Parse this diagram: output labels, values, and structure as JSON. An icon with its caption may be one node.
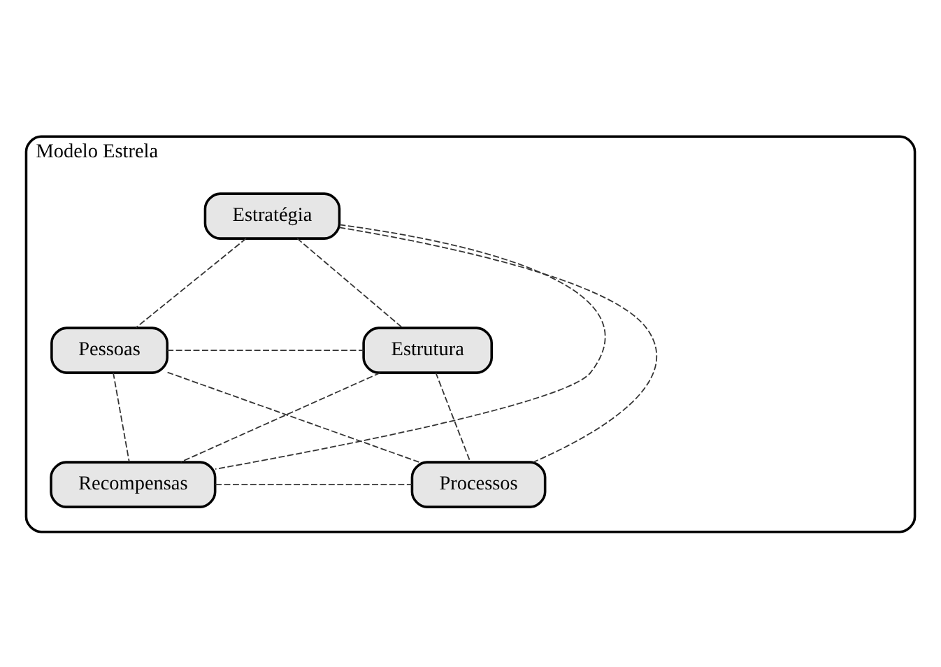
{
  "diagram": {
    "nodes": [
      {
        "text": [
          "Modelo Estrela"
        ]
      },
      {
        "text": [
          "Estratégia"
        ],
        "in": 0
      },
      {
        "text": [
          "Pessoas"
        ],
        "in": 0
      },
      {
        "text": [
          "Estrutura"
        ],
        "in": 0
      },
      {
        "text": [
          "Recompensas"
        ],
        "in": 0
      },
      {
        "text": [
          "Processos"
        ],
        "in": 0
      }
    ],
    "edges": [
      {
        "from": 1,
        "to": 2,
        "arrow": "none",
        "style": "dashed"
      },
      {
        "from": 1,
        "to": 3,
        "arrow": "none",
        "style": "dashed"
      },
      {
        "from": 1,
        "to": 4,
        "arrow": "none",
        "style": "dashed"
      },
      {
        "from": 1,
        "to": 5,
        "arrow": "none",
        "style": "dashed"
      },
      {
        "from": 2,
        "to": 3,
        "arrow": "none",
        "style": "dashed"
      },
      {
        "from": 2,
        "to": 4,
        "arrow": "none",
        "style": "dashed"
      },
      {
        "from": 2,
        "to": 5,
        "arrow": "none",
        "style": "dashed"
      },
      {
        "from": 3,
        "to": 4,
        "arrow": "none",
        "style": "dashed"
      },
      {
        "from": 3,
        "to": 5,
        "arrow": "none",
        "style": "dashed"
      },
      {
        "from": 4,
        "to": 5,
        "arrow": "none",
        "style": "dashed"
      }
    ]
  }
}
